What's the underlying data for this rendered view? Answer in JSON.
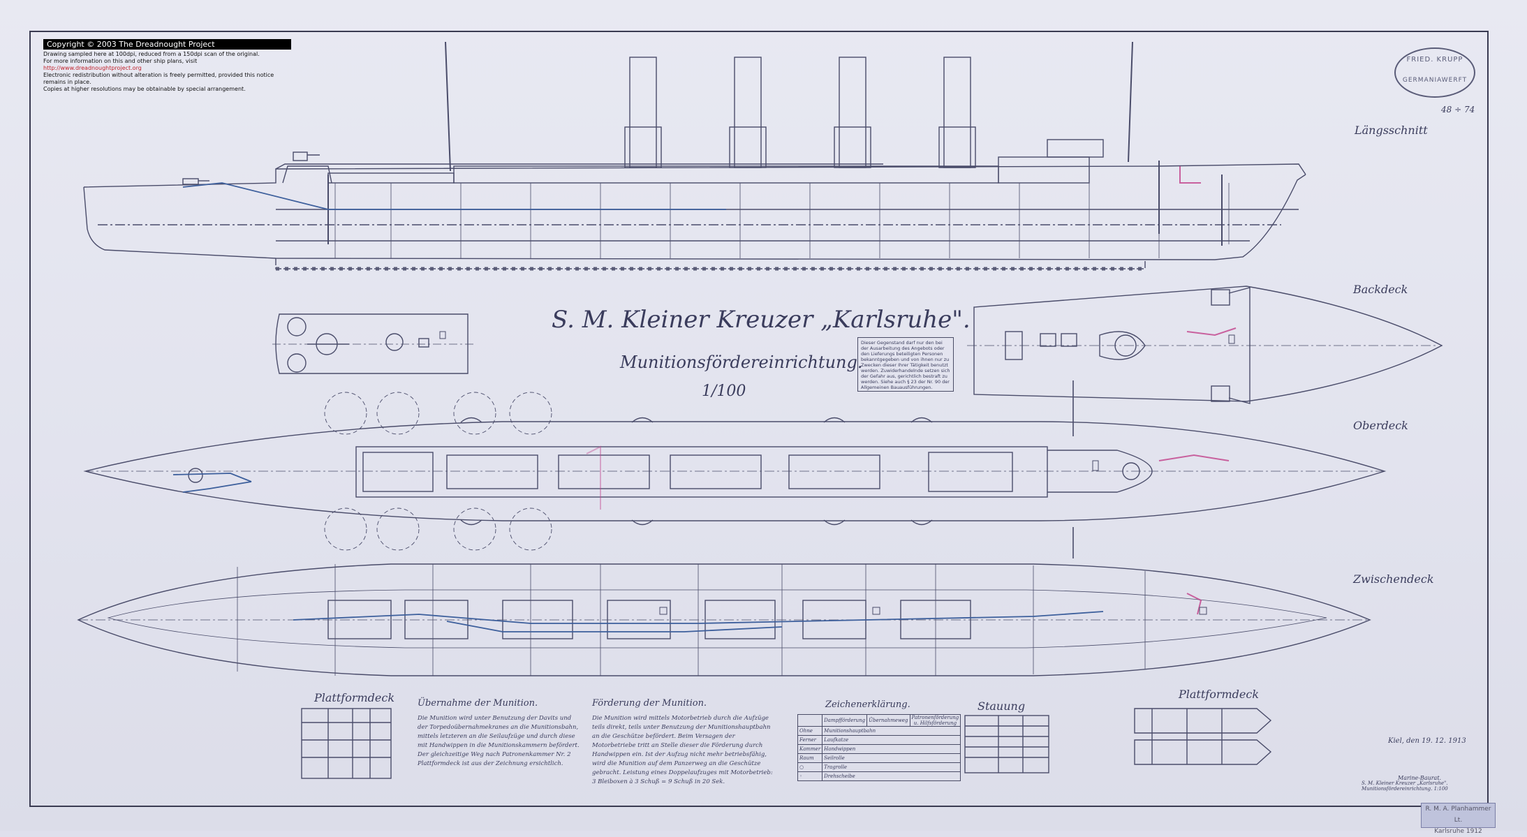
{
  "copyright": {
    "heading": "Copyright © 2003 The Dreadnought Project",
    "line1": "Drawing sampled here at 100dpi, reduced from a 150dpi scan of the original.",
    "line2_prefix": "For more information on this and other ship plans, visit ",
    "line2_url": "http://www.dreadnoughtproject.org",
    "line3": "Electronic redistribution without alteration is freely permitted, provided this notice remains in place.",
    "line4": "Copies at higher resolutions may be obtainable by special arrangement."
  },
  "title": {
    "main": "S. M. Kleiner Kreuzer „Karlsruhe\".",
    "subtitle": "Munitionsfördereinrichtung.",
    "scale": "1/100"
  },
  "views": {
    "longitudinal": "Längsschnitt",
    "forecastle": "Backdeck",
    "upper_deck": "Oberdeck",
    "between_deck": "Zwischendeck",
    "platform_left": "Plattformdeck",
    "platform_right": "Plattformdeck",
    "stowage": "Stauung"
  },
  "stamp": {
    "top": "FRIED. KRUPP",
    "bottom": "GERMANIAWERFT",
    "drawing_no": "48  ÷ 74"
  },
  "notice": "Dieser Gegenstand darf nur den bei der Ausarbeitung des Angebots oder den Lieferungs beteiligten Personen bekanntgegeben und von ihnen nur zu Zwecken dieser Ihrer Tätigkeit benutzt werden. Zuwiderhandelnde setzen sich der Gefahr aus, gerichtlich bestraft zu werden. Siehe auch § 23 der Nr. 90 der Allgemeinen Bauausführungen.",
  "text_blocks": {
    "takeover_title": "Übernahme der Munition.",
    "takeover_body": "Die Munition wird unter Benutzung der Davits und der Torpedoübernahmekranes an die Munitionsbahn, mittels letzteren an die Seilaufzüge und durch diese mit Handwippen in die Munitionskammern befördert. Der gleichzeitige Weg nach Patronenkammer Nr. 2 Plattformdeck ist aus der Zeichnung ersichtlich.",
    "delivery_title": "Förderung der Munition.",
    "delivery_body": "Die Munition wird mittels Motorbetrieb durch die Aufzüge teils direkt, teils unter Benutzung der Munitionshauptbahn an die Geschütze befördert. Beim Versagen der Motorbetriebe tritt an Stelle dieser die Förderung durch Handwippen ein. Ist der Aufzug nicht mehr betriebsfähig, wird die Munition auf dem Panzerweg an die Geschütze gebracht. Leistung eines Doppelaufzuges mit Motorbetrieb: 3 Bleiboxen à 3 Schuß = 9 Schuß in 20 Sek."
  },
  "legend": {
    "title": "Zeichenerklärung.",
    "col1": "Dampfförderung",
    "col2": "Übernahmeweg",
    "col3": "Patronenförderung u. Hilfsförderung",
    "rows": [
      "Munitionshauptbahn",
      "Laufkatze",
      "Handwippen",
      "Seilrolle",
      "Tragrolle",
      "Drehscheibe"
    ],
    "row_codes": [
      "Ohne",
      "Ferner",
      "Kammer",
      "Raum",
      "○",
      "◦"
    ]
  },
  "titleblock": {
    "line1": "S. M. Kleiner Kreuzer „Karlsruhe\".",
    "line2": "Munitionsfördereinrichtung. 1:100",
    "place_date": "Kiel, den 19. 12. 1913",
    "signature": "Marine-Baurat.",
    "rma_line1": "R. M. A. Planhammer Lt.",
    "rma_line2": "Karlsruhe 1912"
  },
  "colors": {
    "paper": "#e4e5ef",
    "ink": "#4a4c6a",
    "blue_route": "#3d5f9c",
    "magenta_route": "#c2408a"
  }
}
